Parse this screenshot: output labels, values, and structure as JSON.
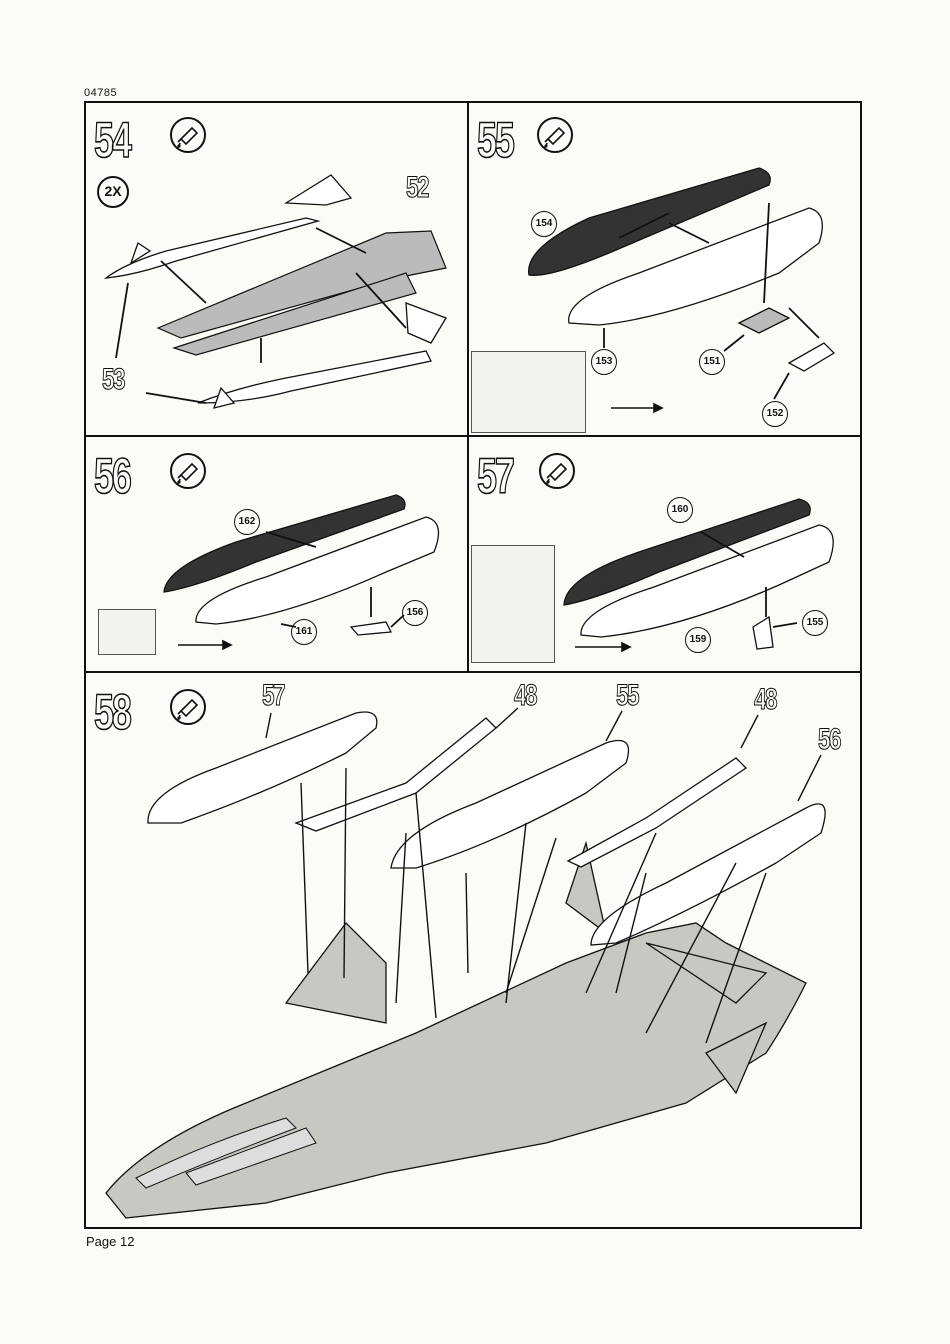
{
  "header": {
    "doc_code": "04785"
  },
  "footer": {
    "page_label": "Page 12"
  },
  "steps": [
    {
      "number": "54",
      "quantity": "2X",
      "labels": [
        "52",
        "53"
      ]
    },
    {
      "number": "55",
      "callouts": [
        "154",
        "153",
        "151",
        "152"
      ]
    },
    {
      "number": "56",
      "callouts": [
        "162",
        "161",
        "156"
      ]
    },
    {
      "number": "57",
      "callouts": [
        "160",
        "159",
        "155"
      ]
    },
    {
      "number": "58",
      "labels": [
        "57",
        "48",
        "55",
        "48",
        "56"
      ]
    }
  ],
  "icons": {
    "glue": "glue-tube-icon",
    "arrow": "arrow-right-icon"
  }
}
